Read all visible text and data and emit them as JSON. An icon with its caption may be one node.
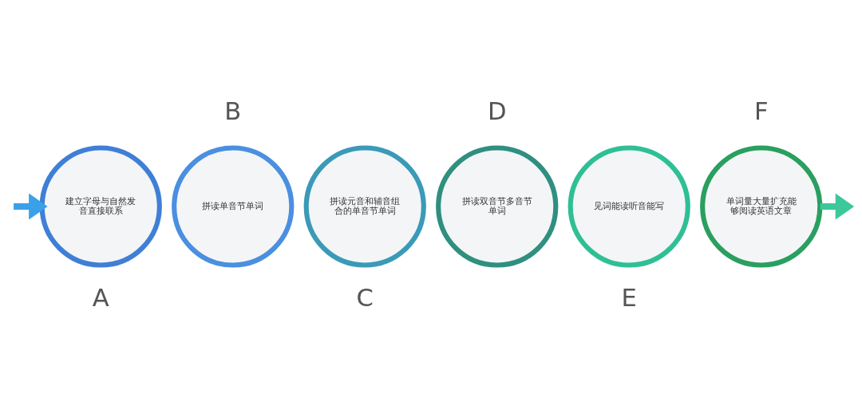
{
  "diagram": {
    "nodes": [
      {
        "text": [
          "建立字母与自然发音直接联系"
        ],
        "beside": [
          "A"
        ]
      },
      {
        "text": [
          "拼读单音节单词"
        ],
        "beside": [
          "B"
        ]
      },
      {
        "text": [
          "拼读元音和辅音组合的单音节单词"
        ],
        "beside": [
          "C"
        ]
      },
      {
        "text": [
          "拼读双音节多音节单词"
        ],
        "beside": [
          "D"
        ]
      },
      {
        "text": [
          "见词能读听音能写"
        ],
        "beside": [
          "E"
        ]
      },
      {
        "text": [
          "单词量大量扩充能够阅读英语文章"
        ],
        "beside": [
          "F"
        ]
      }
    ],
    "edges": [
      {
        "from": null,
        "to": 0,
        "arrow": "to"
      },
      {
        "from": 5,
        "to": null,
        "arrow": "to"
      }
    ]
  }
}
